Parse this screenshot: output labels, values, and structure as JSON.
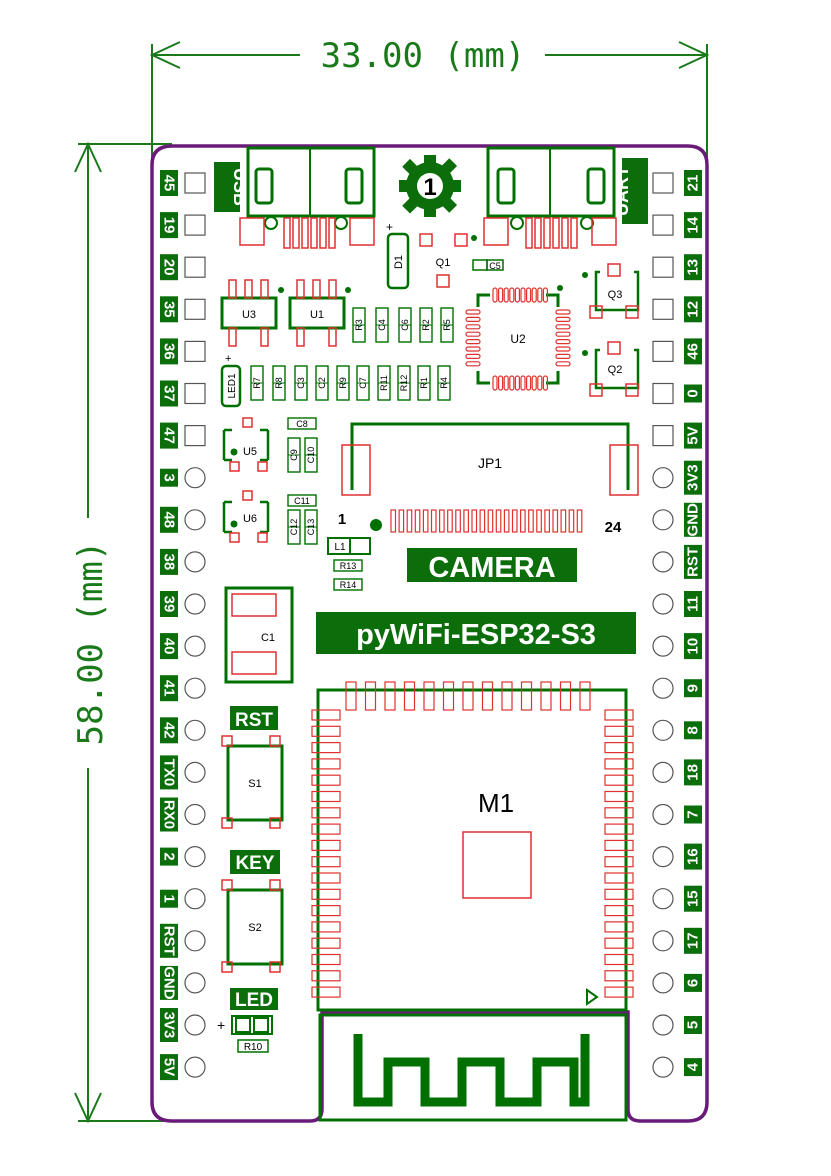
{
  "dimensions": {
    "width_label": "33.00 (mm)",
    "height_label": "58.00 (mm)"
  },
  "colors": {
    "board_outline": "#6a1b7a",
    "silk_green": "#0b6e0b",
    "dim_green": "#1a7a1a",
    "pad_red": "#e03030",
    "component_green": "#007000"
  },
  "pins_left": [
    "45",
    "19",
    "20",
    "35",
    "36",
    "37",
    "47",
    "3",
    "48",
    "38",
    "39",
    "40",
    "41",
    "42",
    "TX0",
    "RX0",
    "2",
    "1",
    "RST",
    "GND",
    "3V3",
    "5V"
  ],
  "pins_right": [
    "21",
    "14",
    "13",
    "12",
    "46",
    "0",
    "5V",
    "3V3",
    "GND",
    "RST",
    "11",
    "10",
    "9",
    "8",
    "18",
    "7",
    "16",
    "15",
    "17",
    "6",
    "5",
    "4"
  ],
  "labels": {
    "usb": "USB",
    "uart": "UART",
    "camera": "CAMERA",
    "board": "pyWiFi-ESP32-S3",
    "rst": "RST",
    "key": "KEY",
    "led": "LED"
  },
  "components": {
    "jp1": "JP1",
    "jp1_pin1": "1",
    "jp1_pin24": "24",
    "m1": "M1",
    "u1": "U1",
    "u2": "U2",
    "u3": "U3",
    "u5": "U5",
    "u6": "U6",
    "q1": "Q1",
    "q2": "Q2",
    "q3": "Q3",
    "d1": "D1",
    "c1": "C1",
    "s1": "S1",
    "s2": "S2",
    "l1": "L1",
    "led1": "LED1",
    "logo": "1",
    "plus": "+"
  },
  "small_parts": [
    "R3",
    "C4",
    "C6",
    "R2",
    "R5",
    "R7",
    "R8",
    "C3",
    "C2",
    "R9",
    "C7",
    "R11",
    "R12",
    "R1",
    "R4",
    "C8",
    "C9",
    "C10",
    "C11",
    "C12",
    "C13",
    "R13",
    "R14",
    "R10",
    "C5"
  ]
}
